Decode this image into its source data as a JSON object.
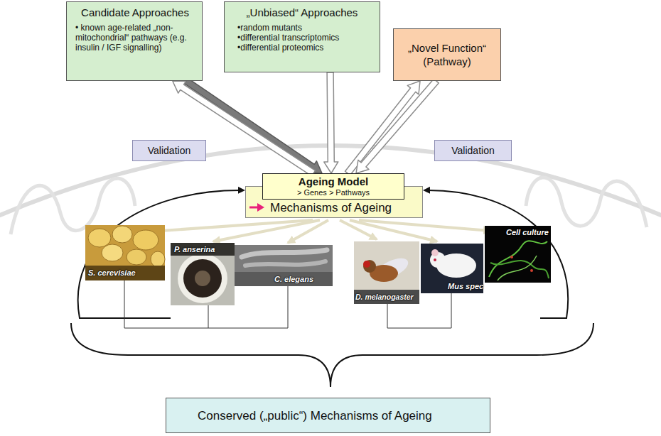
{
  "diagram": {
    "nodes": [
      {
        "text": [
          "Candidate Approaches",
          "• known age-related „non-mitochondrial“ pathways (e.g. insulin / IGF signalling)"
        ]
      },
      {
        "text": [
          "„Unbiased“ Approaches",
          "•random mutants",
          "•differential transcriptomics",
          "•differential proteomics"
        ]
      },
      {
        "text": [
          "„Novel Function“",
          "(Pathway)"
        ]
      },
      {
        "text": [
          "Validation"
        ]
      },
      {
        "text": [
          "Validation"
        ]
      },
      {
        "text": [
          "Mechanisms of Ageing"
        ]
      },
      {
        "text": [
          "Ageing Model",
          "> Genes > Pathways"
        ],
        "in": 5
      },
      {
        "text": [
          "Conserved („public“) Mechanisms of Ageing"
        ]
      }
    ],
    "edges": [
      {
        "from": 0,
        "to": 6,
        "arrow": "to"
      },
      {
        "from": 6,
        "to": 0,
        "arrow": "to"
      },
      {
        "from": 1,
        "to": 6,
        "arrow": "to"
      },
      {
        "from": 6,
        "to": 2,
        "arrow": "to"
      },
      {
        "from": 2,
        "to": 6,
        "arrow": "to"
      }
    ],
    "labels": [
      "S. cerevisiae",
      "P. anserina",
      "C. elegans",
      "D. melanogaster",
      "Mus spec",
      "Cell culture"
    ]
  }
}
